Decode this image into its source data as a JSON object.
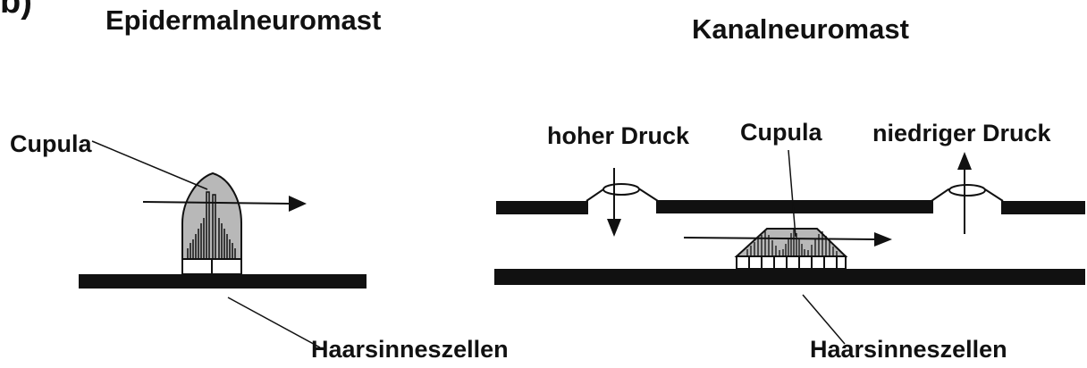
{
  "panel_label": "b)",
  "left": {
    "title": "Epidermalneuromast",
    "cupula_label": "Cupula",
    "cells_label": "Haarsinneszellen"
  },
  "right": {
    "title": "Kanalneuromast",
    "high_pressure_label": "hoher Druck",
    "cupula_label": "Cupula",
    "low_pressure_label": "niedriger Druck",
    "cells_label": "Haarsinneszellen"
  },
  "colors": {
    "ink": "#111111",
    "cupula_fill": "#b8b8b8",
    "background": "#ffffff"
  }
}
